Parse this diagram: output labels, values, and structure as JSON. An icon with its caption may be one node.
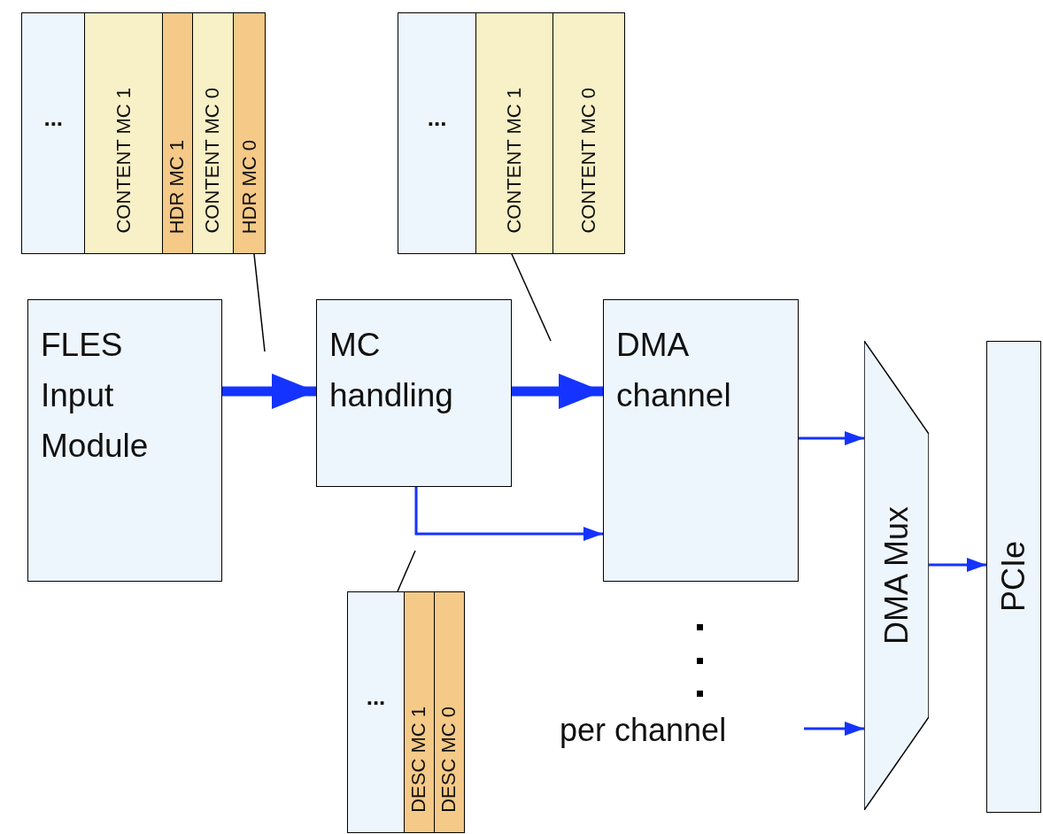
{
  "diagram": {
    "nodes": [
      {
        "text": [],
        "shape": "box"
      },
      {
        "text": [
          "..."
        ],
        "in": 0
      },
      {
        "text": [
          "CONTENT MC 1"
        ],
        "in": 0
      },
      {
        "text": [
          "HDR MC 1"
        ],
        "in": 0
      },
      {
        "text": [
          "CONTENT MC 0"
        ],
        "in": 0
      },
      {
        "text": [
          "HDR MC 0"
        ],
        "in": 0
      },
      {
        "text": [],
        "shape": "box"
      },
      {
        "text": [
          "..."
        ],
        "in": 6
      },
      {
        "text": [
          "CONTENT MC 1"
        ],
        "in": 6
      },
      {
        "text": [
          "CONTENT MC 0"
        ],
        "in": 6
      },
      {
        "text": [
          "FLES Input Module"
        ]
      },
      {
        "text": [
          "MC handling"
        ]
      },
      {
        "text": [
          "DMA channel"
        ]
      },
      {
        "text": [
          "DMA Mux"
        ]
      },
      {
        "text": [
          "PCIe"
        ]
      },
      {
        "text": [],
        "shape": "box"
      },
      {
        "text": [
          "..."
        ],
        "in": 15
      },
      {
        "text": [
          "DESC MC 1"
        ],
        "in": 15
      },
      {
        "text": [
          "DESC MC 0"
        ],
        "in": 15
      }
    ],
    "edges": [
      {
        "from": 10,
        "to": 11,
        "arrow": "to",
        "style": "thick"
      },
      {
        "from": 11,
        "to": 12,
        "arrow": "to",
        "style": "thick"
      },
      {
        "from": 11,
        "to": 12,
        "arrow": "to"
      },
      {
        "from": 12,
        "to": 13,
        "arrow": "to"
      },
      {
        "from": null,
        "to": 13,
        "arrow": "to"
      },
      {
        "from": 13,
        "to": 14,
        "arrow": "to"
      },
      {
        "from": 0,
        "to": null,
        "arrow": "none",
        "color": "#000000"
      },
      {
        "from": 6,
        "to": null,
        "arrow": "none",
        "color": "#000000"
      },
      {
        "from": 15,
        "to": null,
        "arrow": "none",
        "color": "#000000"
      }
    ],
    "labels": [
      "per channel"
    ]
  }
}
